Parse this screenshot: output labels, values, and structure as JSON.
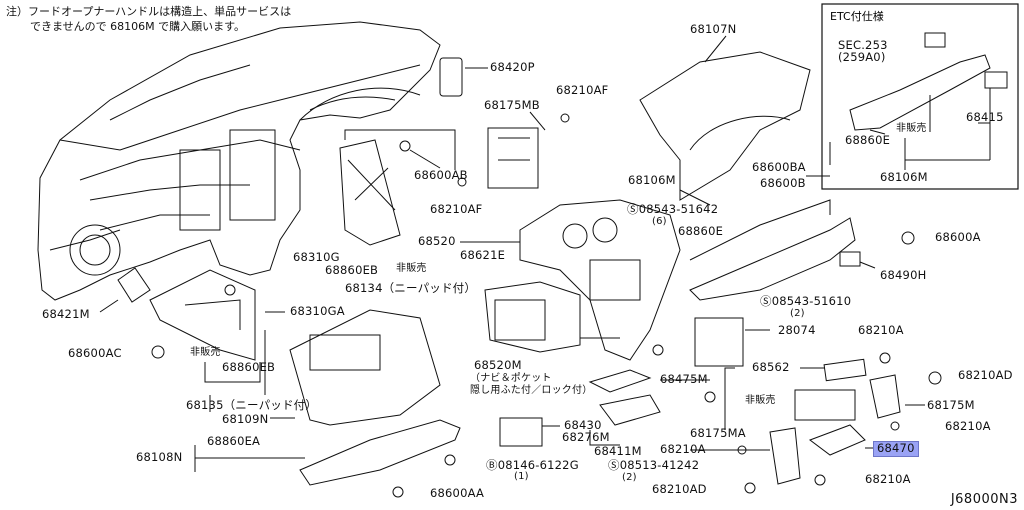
{
  "note": {
    "line1": "注）フードオープナーハンドルは構造上、単品サービスは",
    "line2": "できませんので 68106M で購入願います。"
  },
  "etc_box": {
    "title": "ETC付仕様",
    "sec_line1": "SEC.253",
    "sec_line2": "(259A0)",
    "label_68415": "68415",
    "label_68860E": "68860E",
    "hihanbai": "非販売",
    "label_68106M": "68106M"
  },
  "labels": {
    "p68420P": "68420P",
    "p68107N": "68107N",
    "p68175MB": "68175MB",
    "p68210AF_1": "68210AF",
    "p68600AB": "68600AB",
    "p68210AF_2": "68210AF",
    "p68106M": "68106M",
    "p68600BA": "68600BA",
    "p68600B": "68600B",
    "s08543_51642": "08543-51642",
    "qty_6": "(6)",
    "p68860E": "68860E",
    "p68600A": "68600A",
    "p68490H": "68490H",
    "p68520": "68520",
    "p68621E": "68621E",
    "p68310G": "68310G",
    "p68860EB_1": "68860EB",
    "hihanbai_1": "非販売",
    "p68134": "68134（ニーパッド付）",
    "p68421M": "68421M",
    "p68310GA": "68310GA",
    "p68600AC": "68600AC",
    "hihanbai_2": "非販売",
    "p68860EB_2": "68860EB",
    "p68135": "68135（ニーパッド付）",
    "p68109N": "68109N",
    "p68860EA": "68860EA",
    "p68108N": "68108N",
    "p68520M": "68520M",
    "p68520M_note1": "（ナビ＆ポケット",
    "p68520M_note2": "隠し用ふた付／ロック付）",
    "s08543_51610": "08543-51610",
    "qty_2a": "(2)",
    "p28074": "28074",
    "p68210A_1": "68210A",
    "p68562": "68562",
    "p68210AD_1": "68210AD",
    "p68475M": "68475M",
    "hihanbai_3": "非販売",
    "p68175M": "68175M",
    "p68210A_2": "68210A",
    "p68430": "68430",
    "p68276M": "68276M",
    "p68411M": "68411M",
    "p68175MA": "68175MA",
    "p68210A_3": "68210A",
    "p68470": "68470",
    "b08146_6122G": "08146-6122G",
    "qty_1": "(1)",
    "s08513_41242": "08513-41242",
    "qty_2b": "(2)",
    "p68210AD_2": "68210AD",
    "p68210A_4": "68210A",
    "p68600AA": "68600AA"
  },
  "diagram_code": "J68000N3",
  "colors": {
    "highlight": "#9aa3f5",
    "line": "#111111"
  }
}
